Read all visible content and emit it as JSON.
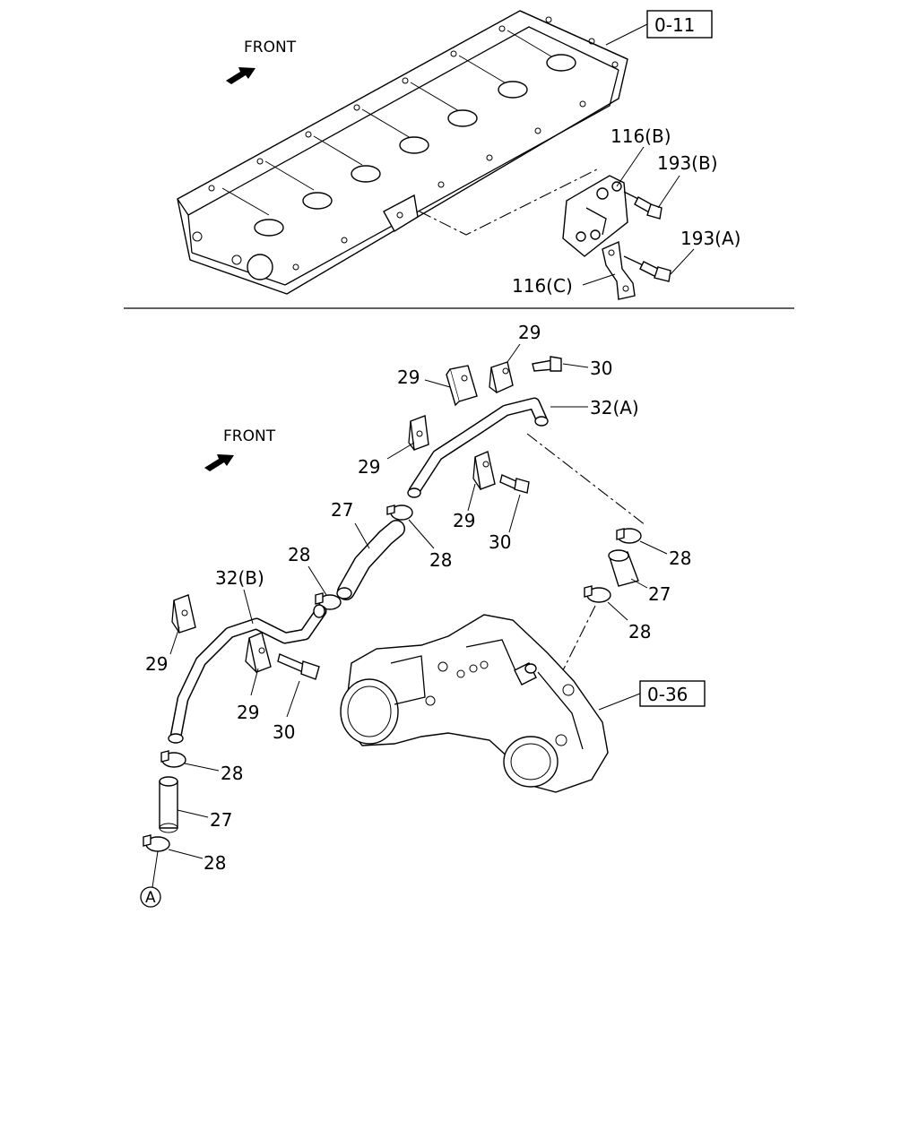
{
  "upper": {
    "front_label": "FRONT",
    "ref_box": "0-11",
    "callouts": {
      "bracket_b": "116(B)",
      "bolt_b": "193(B)",
      "bolt_a": "193(A)",
      "bracket_c": "116(C)"
    }
  },
  "lower": {
    "front_label": "FRONT",
    "ref_box": "0-36",
    "callouts": {
      "clip_top_1": "29",
      "clip_top_2": "29",
      "bolt_top": "30",
      "pipe_a": "32(A)",
      "clip_mid_left": "29",
      "clip_mid_right": "29",
      "bolt_mid": "30",
      "hose_upper": "27",
      "clamp_upper_right": "28",
      "clamp_upper_left": "28",
      "pipe_b": "32(B)",
      "clamp_right_top": "28",
      "hose_right": "27",
      "clamp_right_bottom": "28",
      "clip_left": "29",
      "clip_lower": "29",
      "bolt_lower": "30",
      "clamp_bottom_1": "28",
      "hose_bottom": "27",
      "clamp_bottom_2": "28",
      "connection_marker": "A"
    }
  }
}
